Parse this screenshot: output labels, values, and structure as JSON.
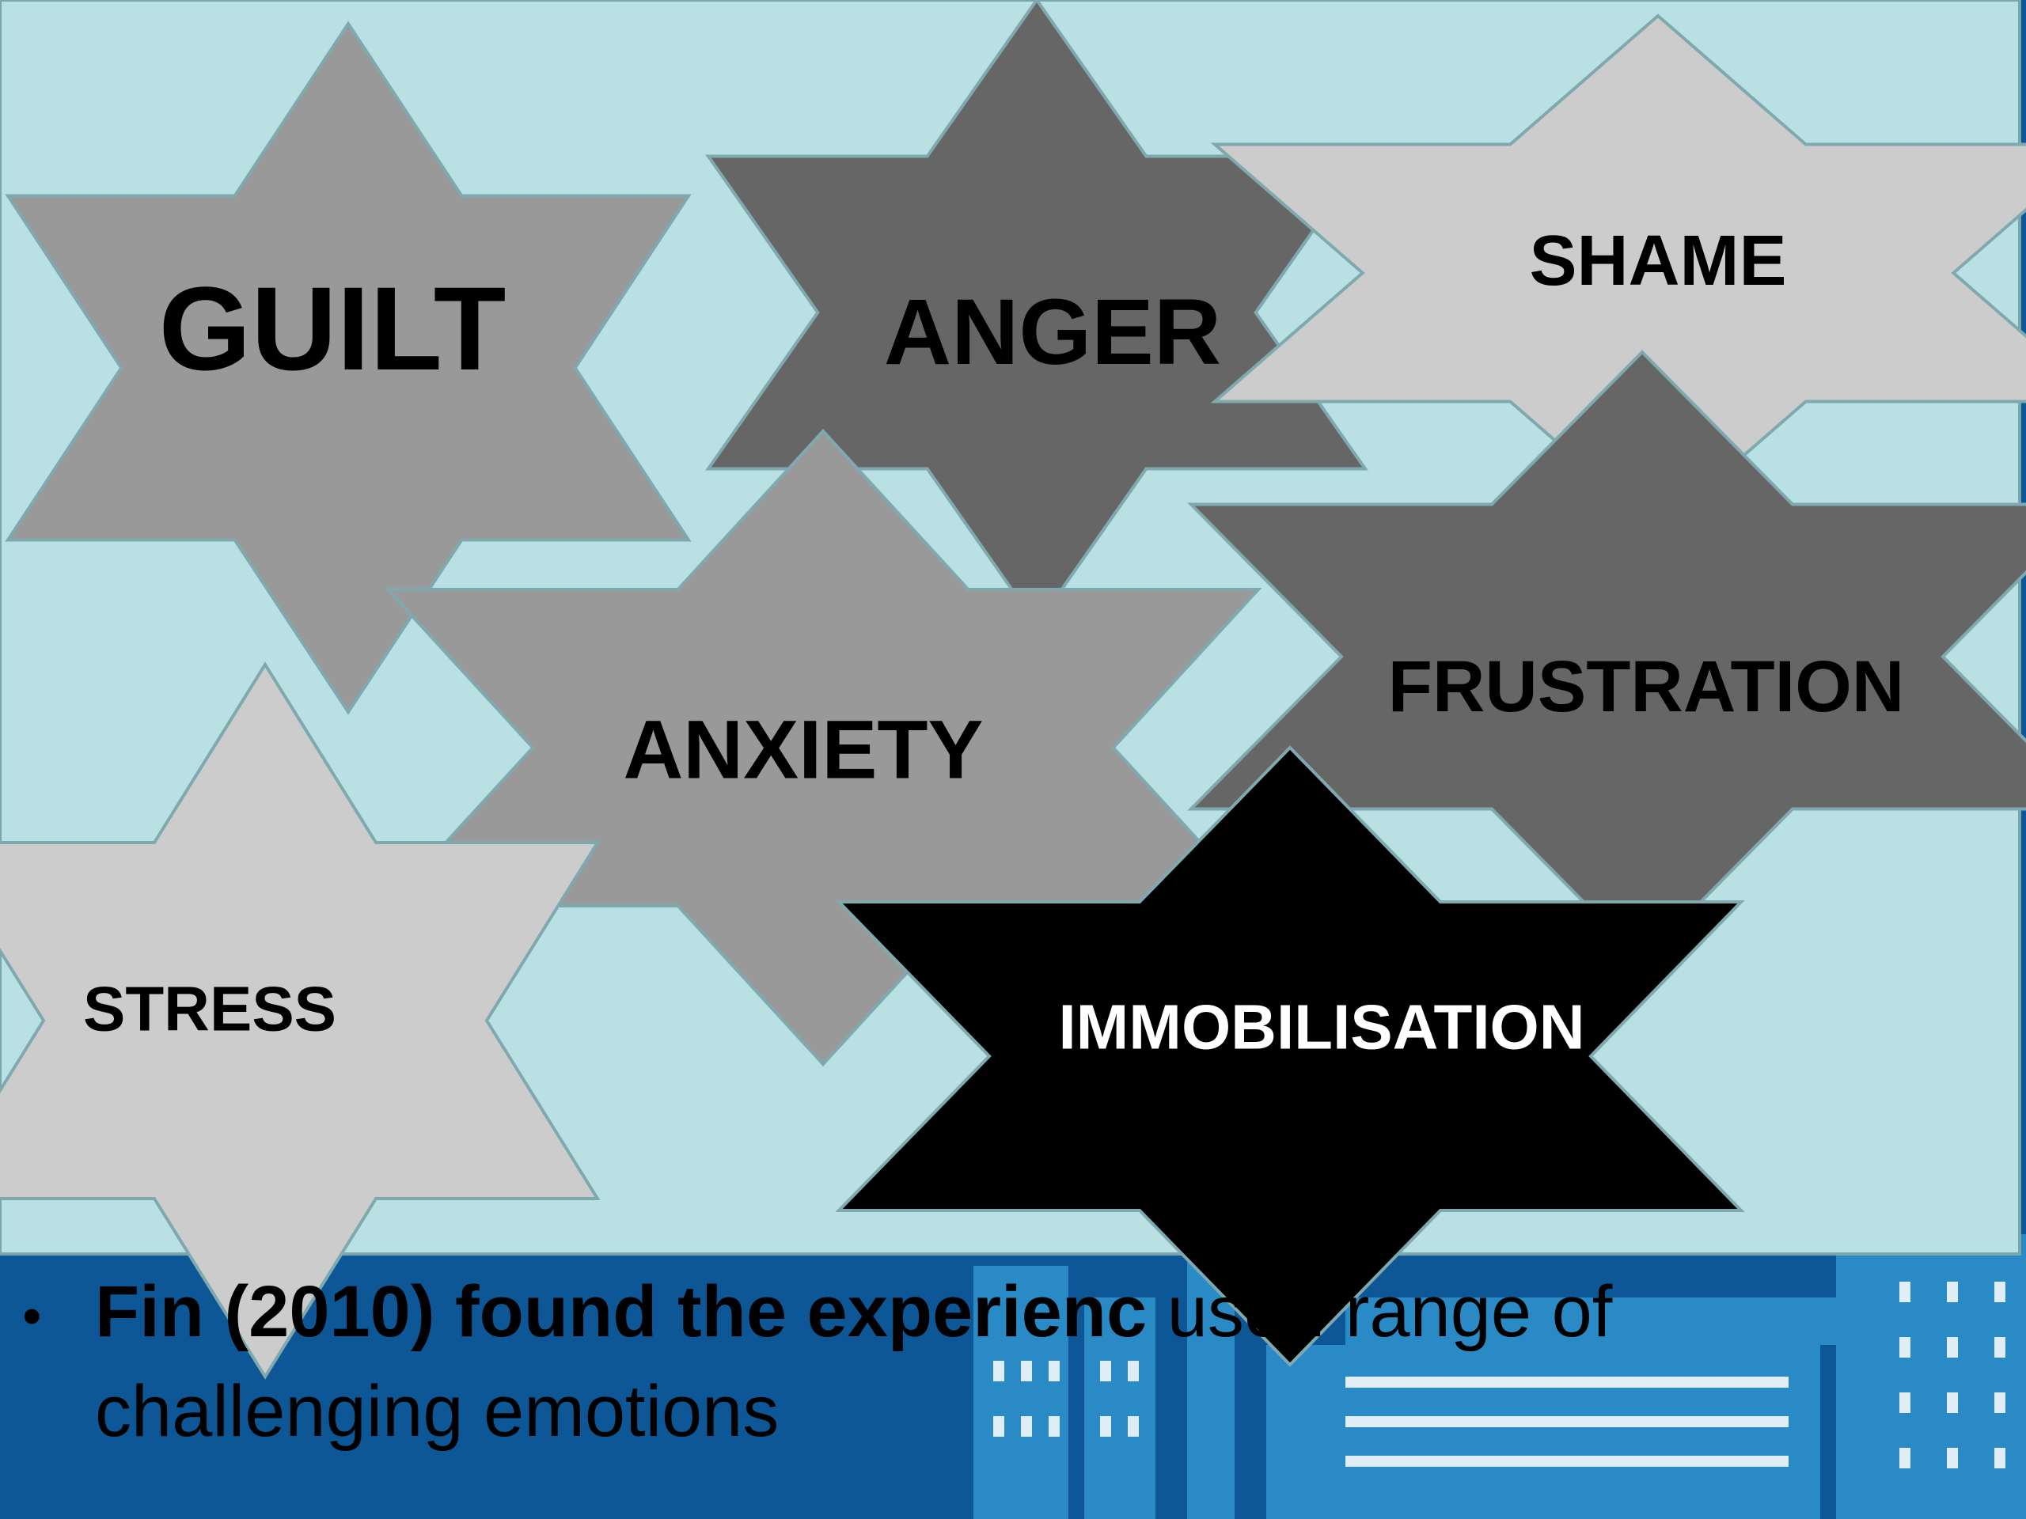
{
  "colors": {
    "panel": "#b9e0e3",
    "panel_border": "#7aa6ad",
    "star_dark": "#666666",
    "star_mid": "#999999",
    "star_light": "#cccccc",
    "star_black": "#000000",
    "star_outline": "#7fa9ae",
    "footer_bg": "#0d5796",
    "footer_buildings": "#2a8ac6"
  },
  "stars": [
    {
      "id": "guilt",
      "label": "GUILT",
      "fill": "#999999",
      "text_color": "#000000"
    },
    {
      "id": "anger",
      "label": "ANGER",
      "fill": "#666666",
      "text_color": "#000000"
    },
    {
      "id": "shame",
      "label": "SHAME",
      "fill": "#cccccc",
      "text_color": "#000000"
    },
    {
      "id": "frustration",
      "label": "FRUSTRATION",
      "fill": "#666666",
      "text_color": "#000000"
    },
    {
      "id": "anxiety",
      "label": "ANXIETY",
      "fill": "#999999",
      "text_color": "#000000"
    },
    {
      "id": "stress",
      "label": "STRESS",
      "fill": "#cccccc",
      "text_color": "#000000"
    },
    {
      "id": "immobilisation",
      "label": "IMMOBILISATION",
      "fill": "#000000",
      "text_color": "#ffffff"
    }
  ],
  "bullet": {
    "bold_part": "Fin (2010) found the experienc",
    "regular_part": "used range of challenging emotions"
  }
}
